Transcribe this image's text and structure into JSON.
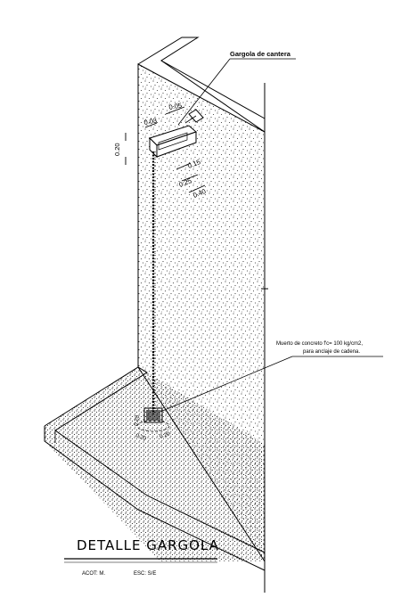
{
  "drawing": {
    "title": "DETALLE  GARGOLA",
    "units_label": "ACOT: M.",
    "scale_label": "ESC: S/E"
  },
  "annotations": {
    "gargoyle_label": "Gargola  de  cantera",
    "concrete_label_line1": "Muerto de concreto f'c= 100 kg/cm2,",
    "concrete_label_line2": "para anclaje de cadena."
  },
  "dimensions": {
    "d_005": "0.05",
    "d_003": "0.03",
    "d_020": "0.20",
    "d_015": "0.15",
    "d_025": "0.25",
    "d_040": "0.40",
    "d_base_a": "0.20",
    "d_base_b": "0.20",
    "d_base_c": "0.20"
  }
}
